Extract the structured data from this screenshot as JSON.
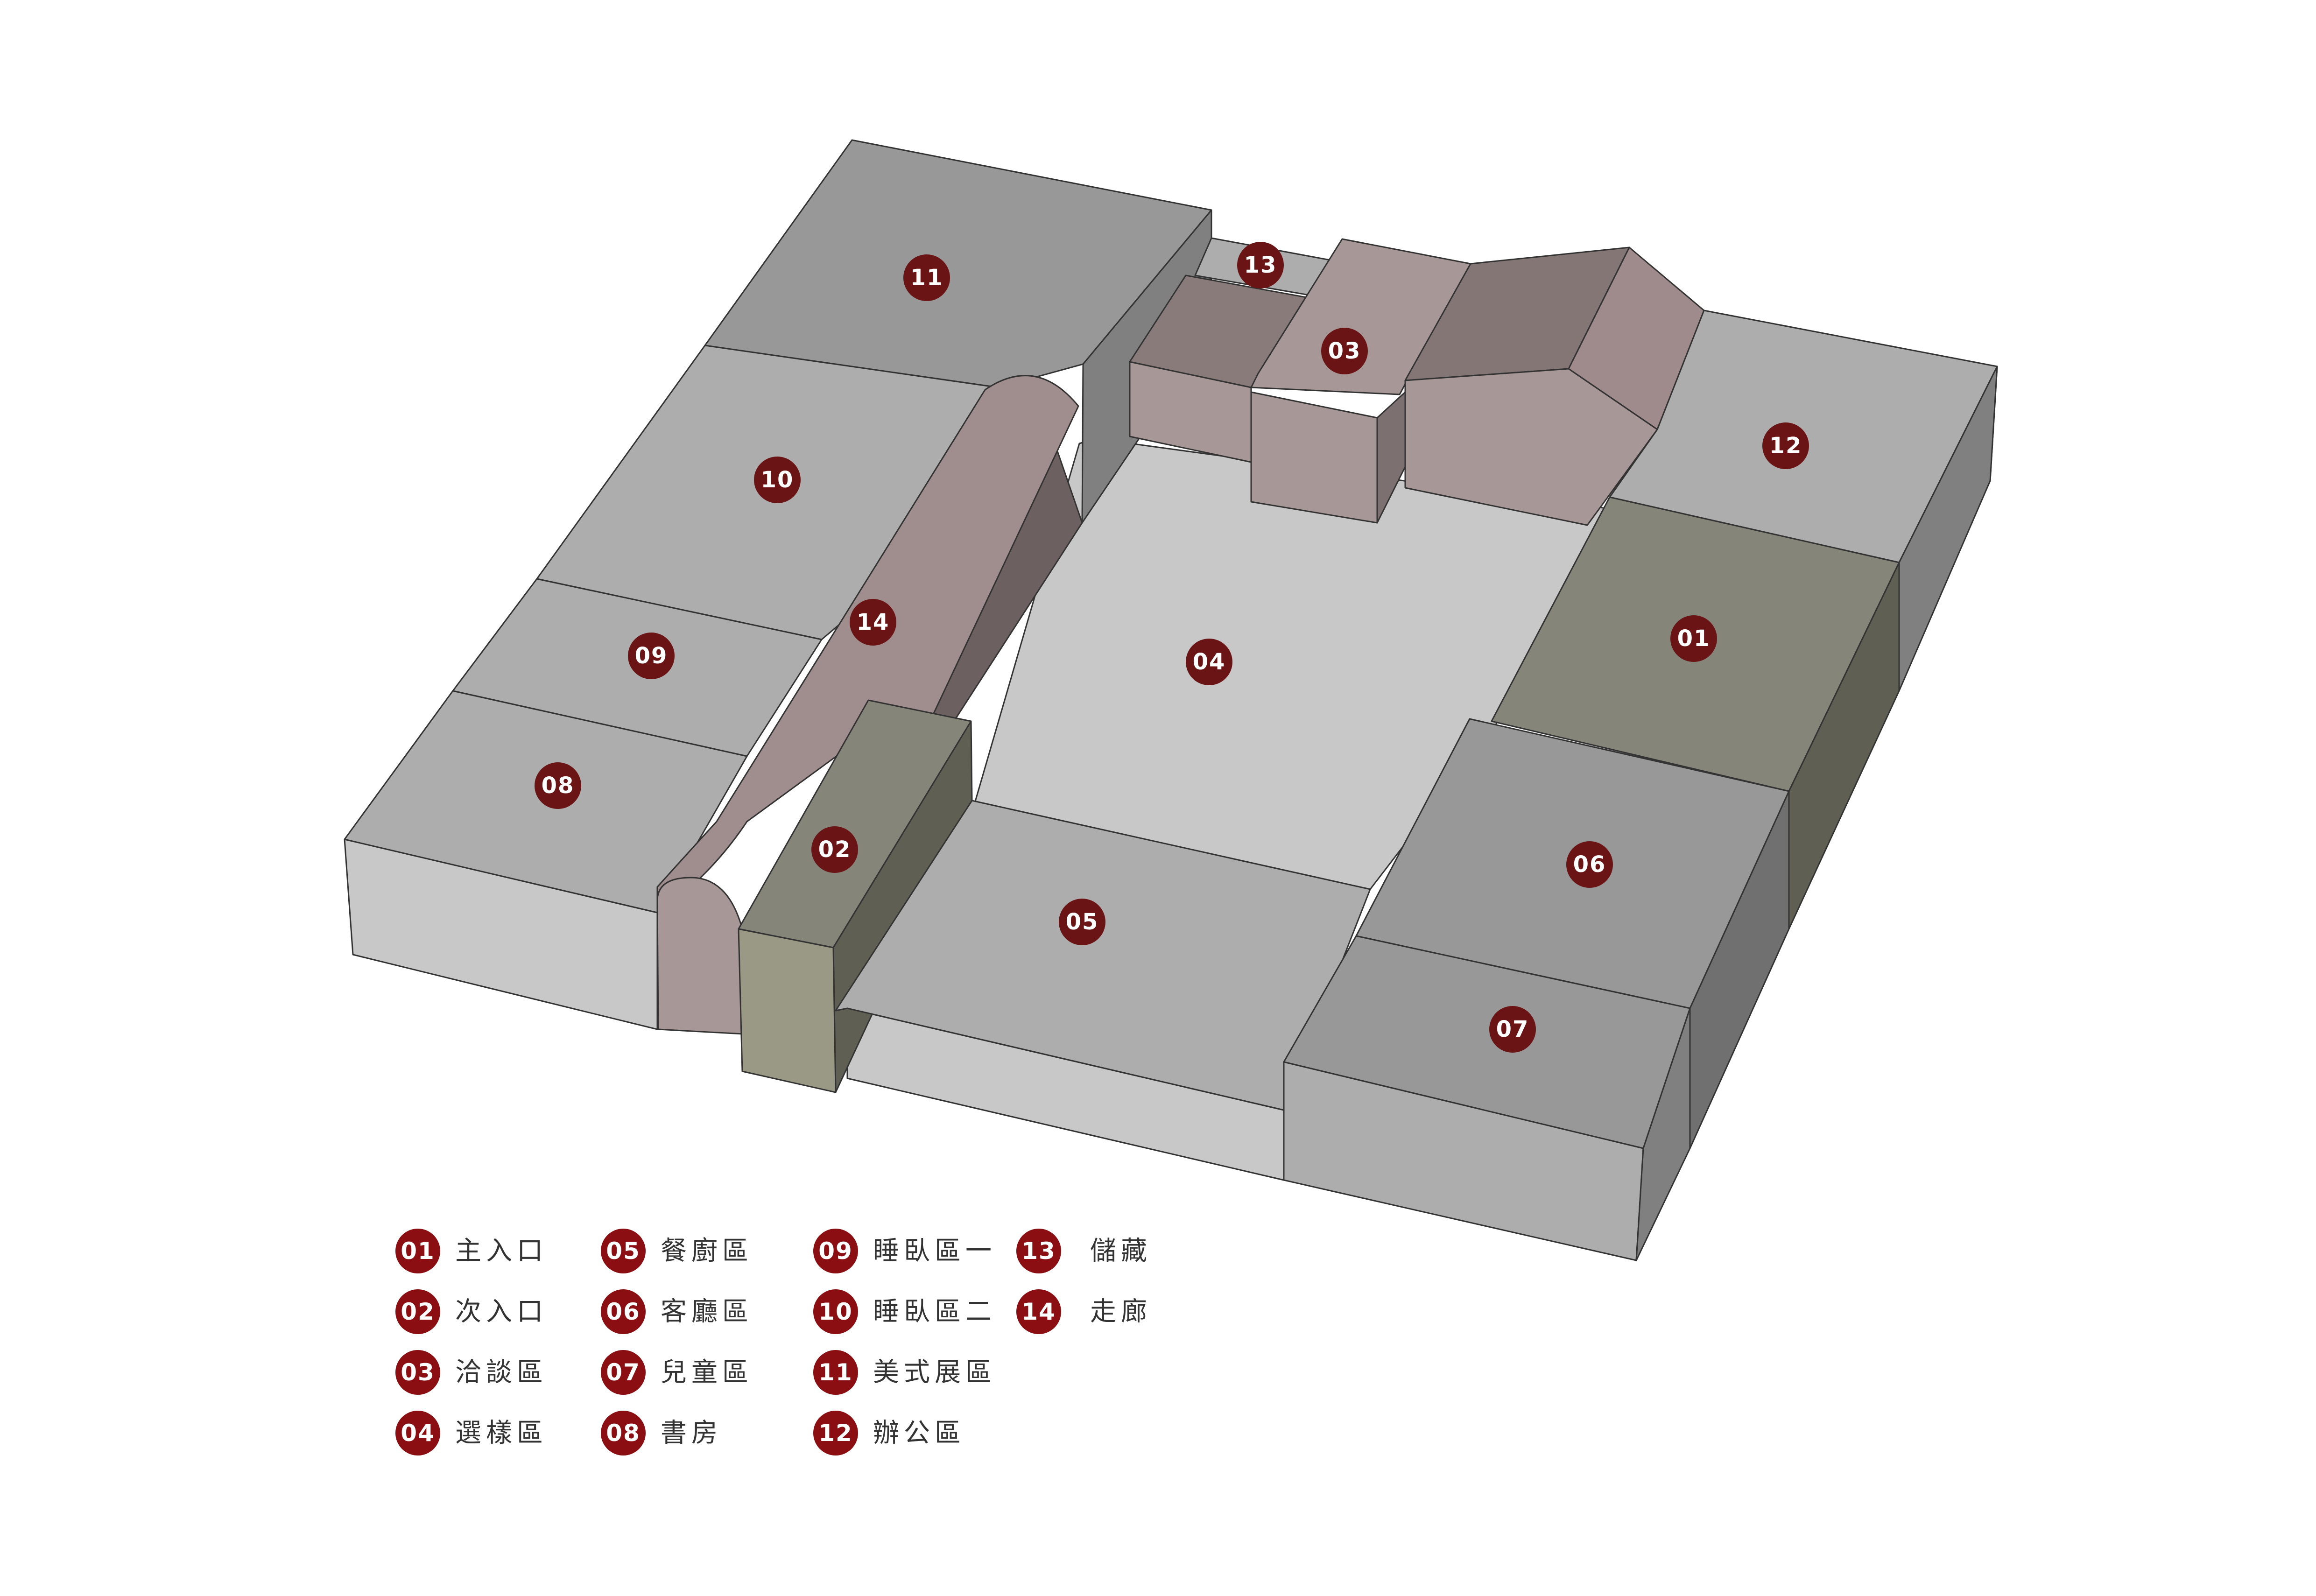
{
  "diagram": {
    "zones": [
      {
        "id": "11",
        "name": "美式展區"
      },
      {
        "id": "13",
        "name": "儲藏"
      },
      {
        "id": "03",
        "name": "洽談區"
      },
      {
        "id": "12",
        "name": "辦公區"
      },
      {
        "id": "10",
        "name": "睡臥區二"
      },
      {
        "id": "14",
        "name": "走廊"
      },
      {
        "id": "09",
        "name": "睡臥區一"
      },
      {
        "id": "04",
        "name": "選樣區"
      },
      {
        "id": "01",
        "name": "主入口"
      },
      {
        "id": "08",
        "name": "書房"
      },
      {
        "id": "02",
        "name": "次入口"
      },
      {
        "id": "05",
        "name": "餐廚區"
      },
      {
        "id": "06",
        "name": "客廳區"
      },
      {
        "id": "07",
        "name": "兒童區"
      }
    ],
    "legend_columns": [
      [
        {
          "num": "01",
          "label": "主入口"
        },
        {
          "num": "02",
          "label": "次入口"
        },
        {
          "num": "03",
          "label": "洽談區"
        },
        {
          "num": "04",
          "label": "選樣區"
        }
      ],
      [
        {
          "num": "05",
          "label": "餐廚區"
        },
        {
          "num": "06",
          "label": "客廳區"
        },
        {
          "num": "07",
          "label": "兒童區"
        },
        {
          "num": "08",
          "label": "書房"
        }
      ],
      [
        {
          "num": "09",
          "label": "睡臥區一"
        },
        {
          "num": "10",
          "label": "睡臥區二"
        },
        {
          "num": "11",
          "label": "美式展區"
        },
        {
          "num": "12",
          "label": "辦公區"
        }
      ],
      [
        {
          "num": "13",
          "label": "儲藏"
        },
        {
          "num": "14",
          "label": "走廊"
        }
      ]
    ],
    "colors": {
      "grey_dark": "#989898",
      "grey_mid": "#adadad",
      "grey_light": "#c8c8c8",
      "mauve": "#a89797",
      "olive": "#86857a",
      "badge": "#6b1416",
      "legend_badge": "#8a0e12"
    }
  }
}
